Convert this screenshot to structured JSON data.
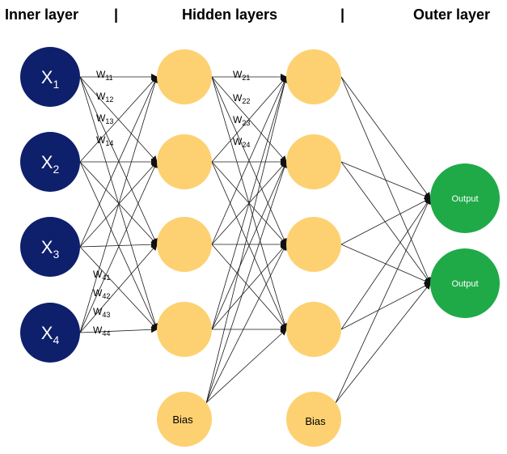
{
  "headers": {
    "inner": "Inner layer",
    "sep1": "|",
    "hidden": "Hidden layers",
    "sep2": "|",
    "outer": "Outer layer"
  },
  "colors": {
    "input": "#0e1f6b",
    "hidden": "#fdd172",
    "output": "#1faa47",
    "edge": "#1a1a1a"
  },
  "inputs": [
    {
      "base": "X",
      "sub": "1"
    },
    {
      "base": "X",
      "sub": "2"
    },
    {
      "base": "X",
      "sub": "3"
    },
    {
      "base": "X",
      "sub": "4"
    }
  ],
  "bias_label": "Bias",
  "outputs": [
    "Output",
    "Output"
  ],
  "weights_top": [
    {
      "base": "W",
      "sub": "11"
    },
    {
      "base": "W",
      "sub": "12"
    },
    {
      "base": "W",
      "sub": "13"
    },
    {
      "base": "W",
      "sub": "14"
    }
  ],
  "weights_bottom": [
    {
      "base": "W",
      "sub": "41"
    },
    {
      "base": "W",
      "sub": "42"
    },
    {
      "base": "W",
      "sub": "43"
    },
    {
      "base": "W",
      "sub": "44"
    }
  ],
  "weights_hidden": [
    {
      "base": "W",
      "sub": "21"
    },
    {
      "base": "W",
      "sub": "22"
    },
    {
      "base": "W",
      "sub": "23"
    },
    {
      "base": "W",
      "sub": "24"
    }
  ]
}
